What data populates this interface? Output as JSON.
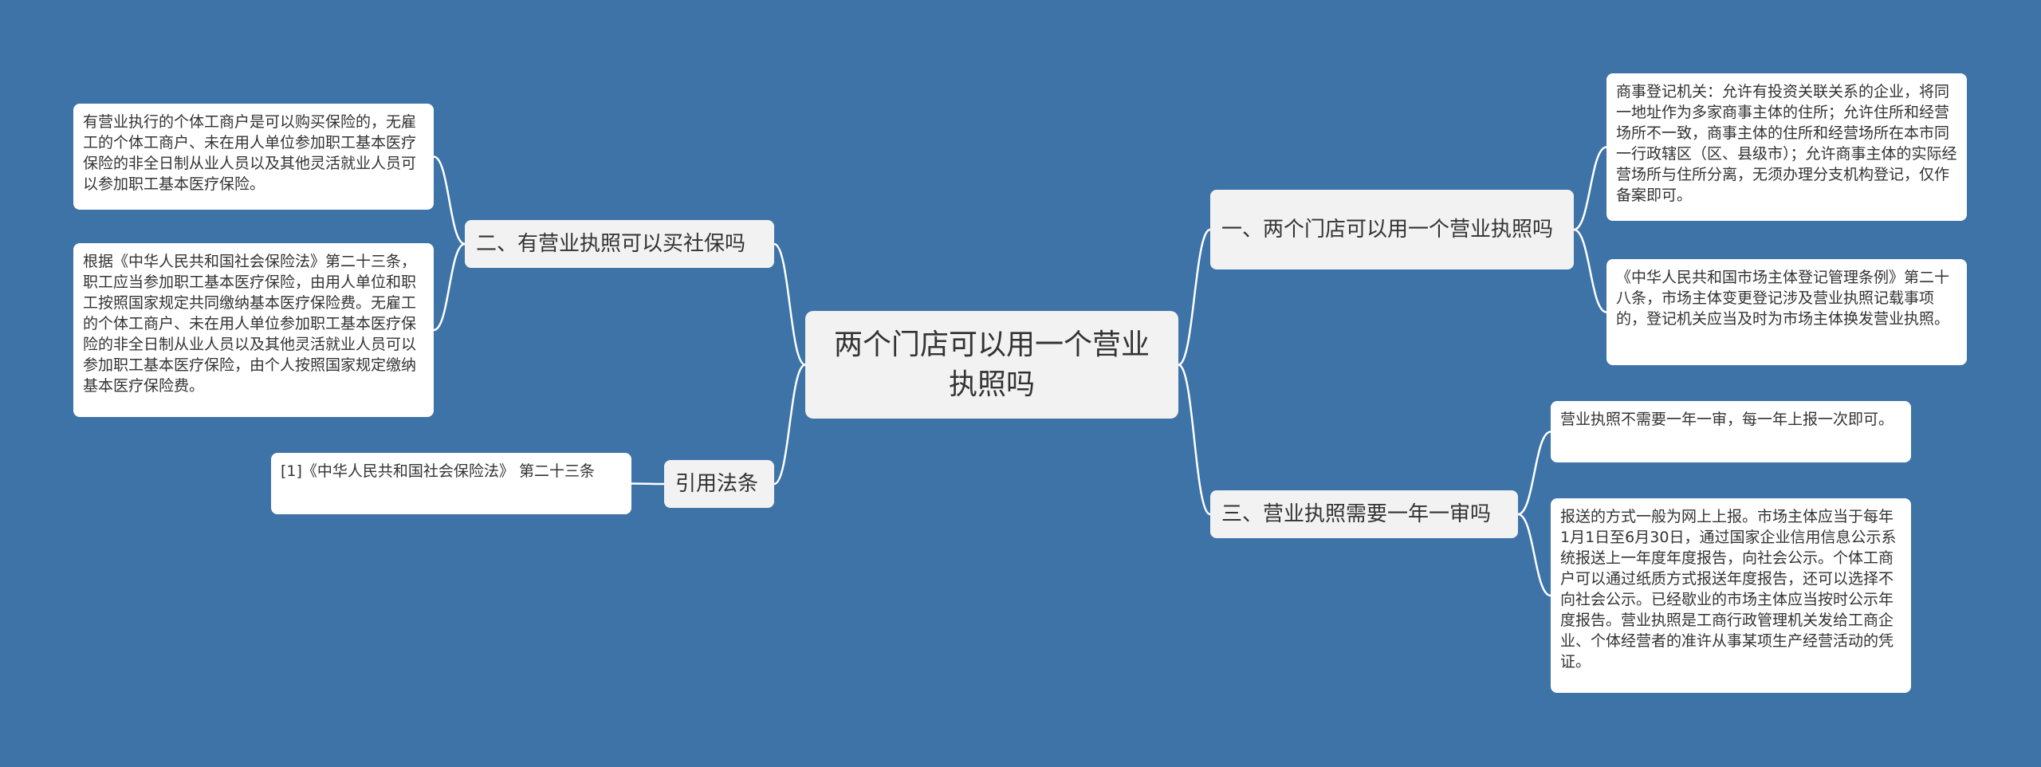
{
  "root": "两个门店可以用一个营业执照吗",
  "right": [
    {
      "label": "一、两个门店可以用一个营业执照吗",
      "leaves": [
        "商事登记机关：允许有投资关联关系的企业，将同一地址作为多家商事主体的住所；允许住所和经营场所不一致，商事主体的住所和经营场所在本市同一行政辖区（区、县级市）；允许商事主体的实际经营场所与住所分离，无须办理分支机构登记，仅作备案即可。",
        "《中华人民共和国市场主体登记管理条例》第二十八条，市场主体变更登记涉及营业执照记载事项的，登记机关应当及时为市场主体换发营业执照。"
      ]
    },
    {
      "label": "三、营业执照需要一年一审吗",
      "leaves": [
        "营业执照不需要一年一审，每一年上报一次即可。",
        "报送的方式一般为网上上报。市场主体应当于每年1月1日至6月30日，通过国家企业信用信息公示系统报送上一年度年度报告，向社会公示。个体工商户可以通过纸质方式报送年度报告，还可以选择不向社会公示。已经歇业的市场主体应当按时公示年度报告。营业执照是工商行政管理机关发给工商企业、个体经营者的准许从事某项生产经营活动的凭证。"
      ]
    }
  ],
  "left": [
    {
      "label": "二、有营业执照可以买社保吗",
      "leaves": [
        "有营业执行的个体工商户是可以购买保险的，无雇工的个体工商户、未在用人单位参加职工基本医疗保险的非全日制从业人员以及其他灵活就业人员可以参加职工基本医疗保险。",
        "根据《中华人民共和国社会保险法》第二十三条，职工应当参加职工基本医疗保险，由用人单位和职工按照国家规定共同缴纳基本医疗保险费。无雇工的个体工商户、未在用人单位参加职工基本医疗保险的非全日制从业人员以及其他灵活就业人员可以参加职工基本医疗保险，由个人按照国家规定缴纳基本医疗保险费。"
      ]
    },
    {
      "label": "引用法条",
      "leaves": [
        "[1]《中华人民共和国社会保险法》 第二十三条"
      ]
    }
  ],
  "colors": {
    "background": "#3e73a8",
    "node": "#f2f2f2",
    "leaf": "#ffffff",
    "line": "#ffffff"
  }
}
